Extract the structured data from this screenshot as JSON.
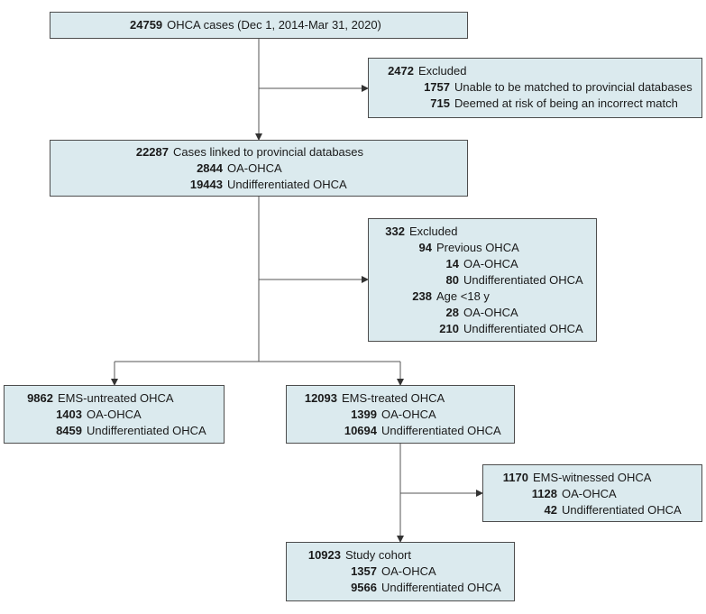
{
  "boxes": {
    "total": {
      "lines": [
        {
          "n": "24759",
          "t": "OHCA cases (Dec 1, 2014-Mar 31, 2020)"
        }
      ]
    },
    "excl1": {
      "lines": [
        {
          "n": "2472",
          "t": "Excluded"
        },
        {
          "n": "1757",
          "t": "Unable to be matched to provincial databases"
        },
        {
          "n": "715",
          "t": "Deemed at risk of being an incorrect match"
        }
      ]
    },
    "linked": {
      "lines": [
        {
          "n": "22287",
          "t": "Cases linked to provincial databases"
        },
        {
          "n": "2844",
          "t": "OA-OHCA"
        },
        {
          "n": "19443",
          "t": "Undifferentiated OHCA"
        }
      ]
    },
    "excl2": {
      "lines": [
        {
          "n": "332",
          "t": "Excluded"
        },
        {
          "n": "94",
          "t": "Previous OHCA"
        },
        {
          "n": "14",
          "t": "OA-OHCA"
        },
        {
          "n": "80",
          "t": "Undifferentiated OHCA"
        },
        {
          "n": "238",
          "t": "Age <18 y"
        },
        {
          "n": "28",
          "t": "OA-OHCA"
        },
        {
          "n": "210",
          "t": "Undifferentiated OHCA"
        }
      ]
    },
    "untreated": {
      "lines": [
        {
          "n": "9862",
          "t": "EMS-untreated OHCA"
        },
        {
          "n": "1403",
          "t": "OA-OHCA"
        },
        {
          "n": "8459",
          "t": "Undifferentiated OHCA"
        }
      ]
    },
    "treated": {
      "lines": [
        {
          "n": "12093",
          "t": "EMS-treated OHCA"
        },
        {
          "n": "1399",
          "t": "OA-OHCA"
        },
        {
          "n": "10694",
          "t": "Undifferentiated OHCA"
        }
      ]
    },
    "witnessed": {
      "lines": [
        {
          "n": "1170",
          "t": "EMS-witnessed OHCA"
        },
        {
          "n": "1128",
          "t": "OA-OHCA"
        },
        {
          "n": "42",
          "t": "Undifferentiated OHCA"
        }
      ]
    },
    "cohort": {
      "lines": [
        {
          "n": "10923",
          "t": "Study cohort"
        },
        {
          "n": "1357",
          "t": "OA-OHCA"
        },
        {
          "n": "9566",
          "t": "Undifferentiated OHCA"
        }
      ]
    }
  }
}
